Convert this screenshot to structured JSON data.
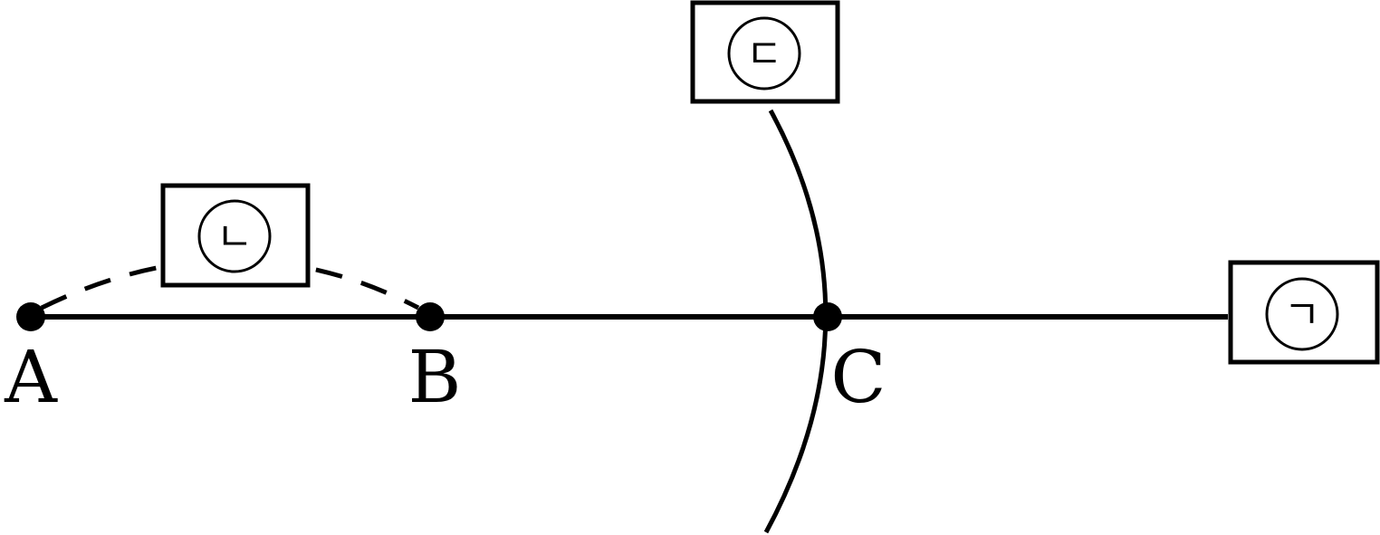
{
  "colors": {
    "stroke": "#000000",
    "background": "#ffffff"
  },
  "points": {
    "a": "A",
    "b": "B",
    "c": "C"
  },
  "boxes": {
    "top": "ㄷ",
    "middle": "ㄴ",
    "right": "ㄱ"
  }
}
